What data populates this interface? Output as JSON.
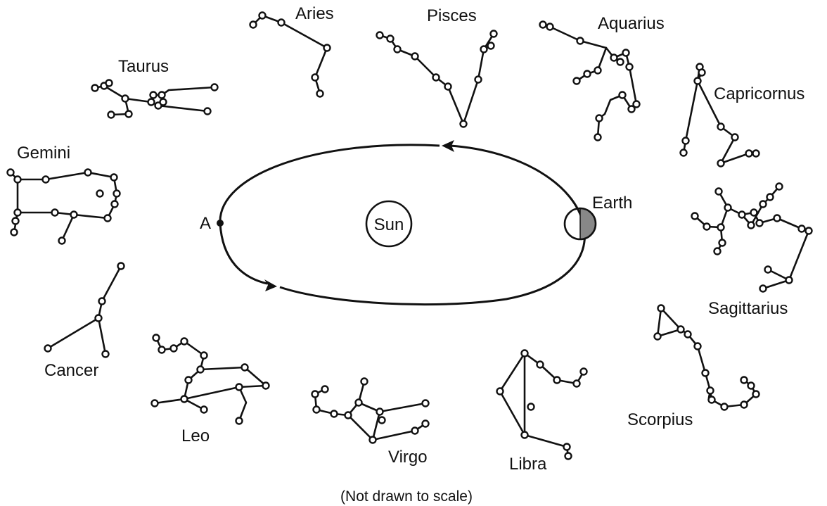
{
  "sun_label": "Sun",
  "earth_label": "Earth",
  "position_label": "A",
  "note": "(Not drawn to scale)",
  "colors": {
    "ink": "#111111",
    "earth_shade": "#888888",
    "background": "#ffffff"
  },
  "constellations": {
    "aries": "Aries",
    "pisces": "Pisces",
    "aquarius": "Aquarius",
    "capricornus": "Capricornus",
    "sagittarius": "Sagittarius",
    "scorpius": "Scorpius",
    "libra": "Libra",
    "virgo": "Virgo",
    "leo": "Leo",
    "cancer": "Cancer",
    "gemini": "Gemini",
    "taurus": "Taurus"
  }
}
